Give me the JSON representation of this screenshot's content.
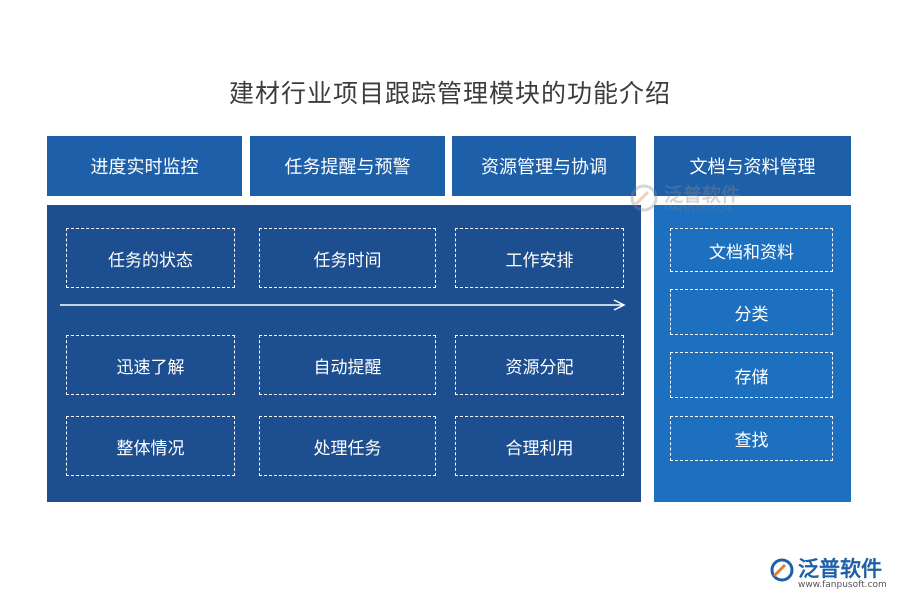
{
  "title": "建材行业项目跟踪管理模块的功能介绍",
  "headers": [
    "进度实时监控",
    "任务提醒与预警",
    "资源管理与协调",
    "文档与资料管理"
  ],
  "grid": {
    "rows": [
      [
        "任务的状态",
        "任务时间",
        "工作安排"
      ],
      [
        "迅速了解",
        "自动提醒",
        "资源分配"
      ],
      [
        "整体情况",
        "处理任务",
        "合理利用"
      ]
    ]
  },
  "right_items": [
    "文档和资料",
    "分类",
    "存储",
    "查找"
  ],
  "watermark": {
    "text": "泛普软件",
    "sub": "FANPUSOFT.COM"
  },
  "logo": {
    "text": "泛普软件",
    "url": "www.fanpusoft.com"
  },
  "colors": {
    "header": "#1d5fa8",
    "panel_left": "#1c4e90",
    "panel_right": "#1d6fc0"
  }
}
